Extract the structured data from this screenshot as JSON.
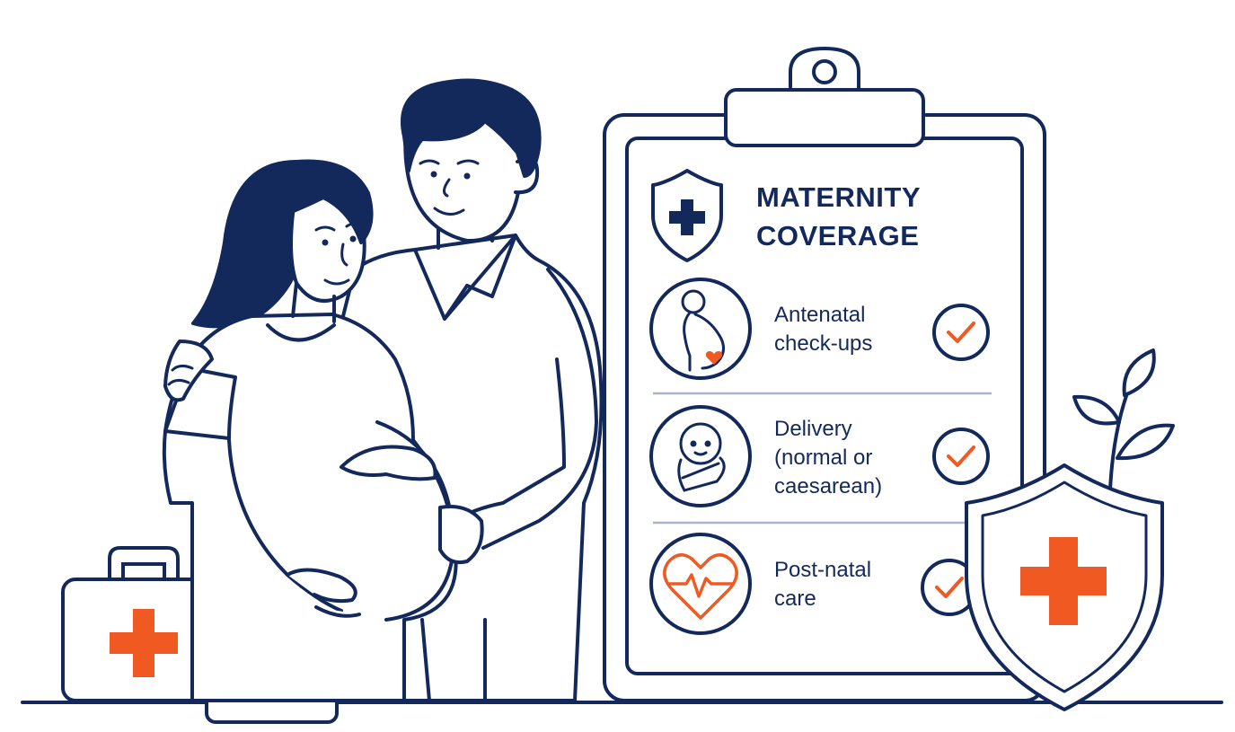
{
  "colors": {
    "ink": "#13295c",
    "accent": "#f05a22",
    "divider": "#aab3c8",
    "background": "#ffffff"
  },
  "card": {
    "title_line1": "MATERNITY",
    "title_line2": "COVERAGE",
    "title_icon": "shield-plus-icon",
    "items": [
      {
        "icon": "pregnant-woman-icon",
        "lines": [
          "Antenatal",
          "check-ups"
        ],
        "checked": true
      },
      {
        "icon": "swaddled-baby-icon",
        "lines": [
          "Delivery",
          "(normal or",
          "caesarean)"
        ],
        "checked": true
      },
      {
        "icon": "heart-pulse-icon",
        "lines": [
          "Post-natal",
          "care"
        ],
        "checked": true
      }
    ]
  },
  "decor": {
    "first_aid_kit": "first-aid-kit-icon",
    "health_card": "health-card-icon",
    "shield": "shield-cross-icon",
    "plant": "plant-icon"
  }
}
